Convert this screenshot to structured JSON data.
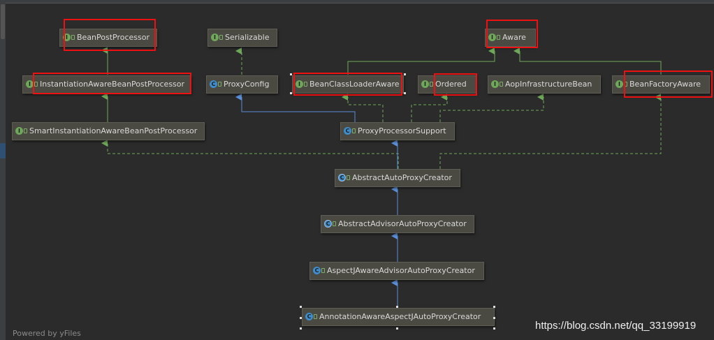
{
  "nodes": {
    "bean_post_processor": {
      "label": "BeanPostProcessor",
      "kind": "I"
    },
    "serializable": {
      "label": "Serializable",
      "kind": "I"
    },
    "aware": {
      "label": "Aware",
      "kind": "I"
    },
    "instantiation_aware": {
      "label": "InstantiationAwareBeanPostProcessor",
      "kind": "I"
    },
    "proxy_config": {
      "label": "ProxyConfig",
      "kind": "C"
    },
    "bean_class_loader_aware": {
      "label": "BeanClassLoaderAware",
      "kind": "I"
    },
    "ordered": {
      "label": "Ordered",
      "kind": "I"
    },
    "aop_infrastructure_bean": {
      "label": "AopInfrastructureBean",
      "kind": "I"
    },
    "bean_factory_aware": {
      "label": "BeanFactoryAware",
      "kind": "I"
    },
    "smart_instantiation_aware": {
      "label": "SmartInstantiationAwareBeanPostProcessor",
      "kind": "I"
    },
    "proxy_processor_support": {
      "label": "ProxyProcessorSupport",
      "kind": "C"
    },
    "abstract_auto_proxy_creator": {
      "label": "AbstractAutoProxyCreator",
      "kind": "C"
    },
    "abstract_advisor_auto_proxy_creator": {
      "label": "AbstractAdvisorAutoProxyCreator",
      "kind": "C"
    },
    "aspectj_aware_advisor_auto_proxy_creator": {
      "label": "AspectJAwareAdvisorAutoProxyCreator",
      "kind": "C"
    },
    "annotation_aware_aspectj_auto_proxy_creator": {
      "label": "AnnotationAwareAspectJAutoProxyCreator",
      "kind": "C"
    }
  },
  "footer": {
    "powered_by": "Powered by yFiles",
    "source_watermark": "https://blog.csdn.net/qq_33199919"
  },
  "colors": {
    "background": "#2b2b2b",
    "node_fill": "#4a4a42",
    "extends_edge": "#5b8fd8",
    "implements_edge": "#6fa85a",
    "highlight": "#ee1111"
  }
}
